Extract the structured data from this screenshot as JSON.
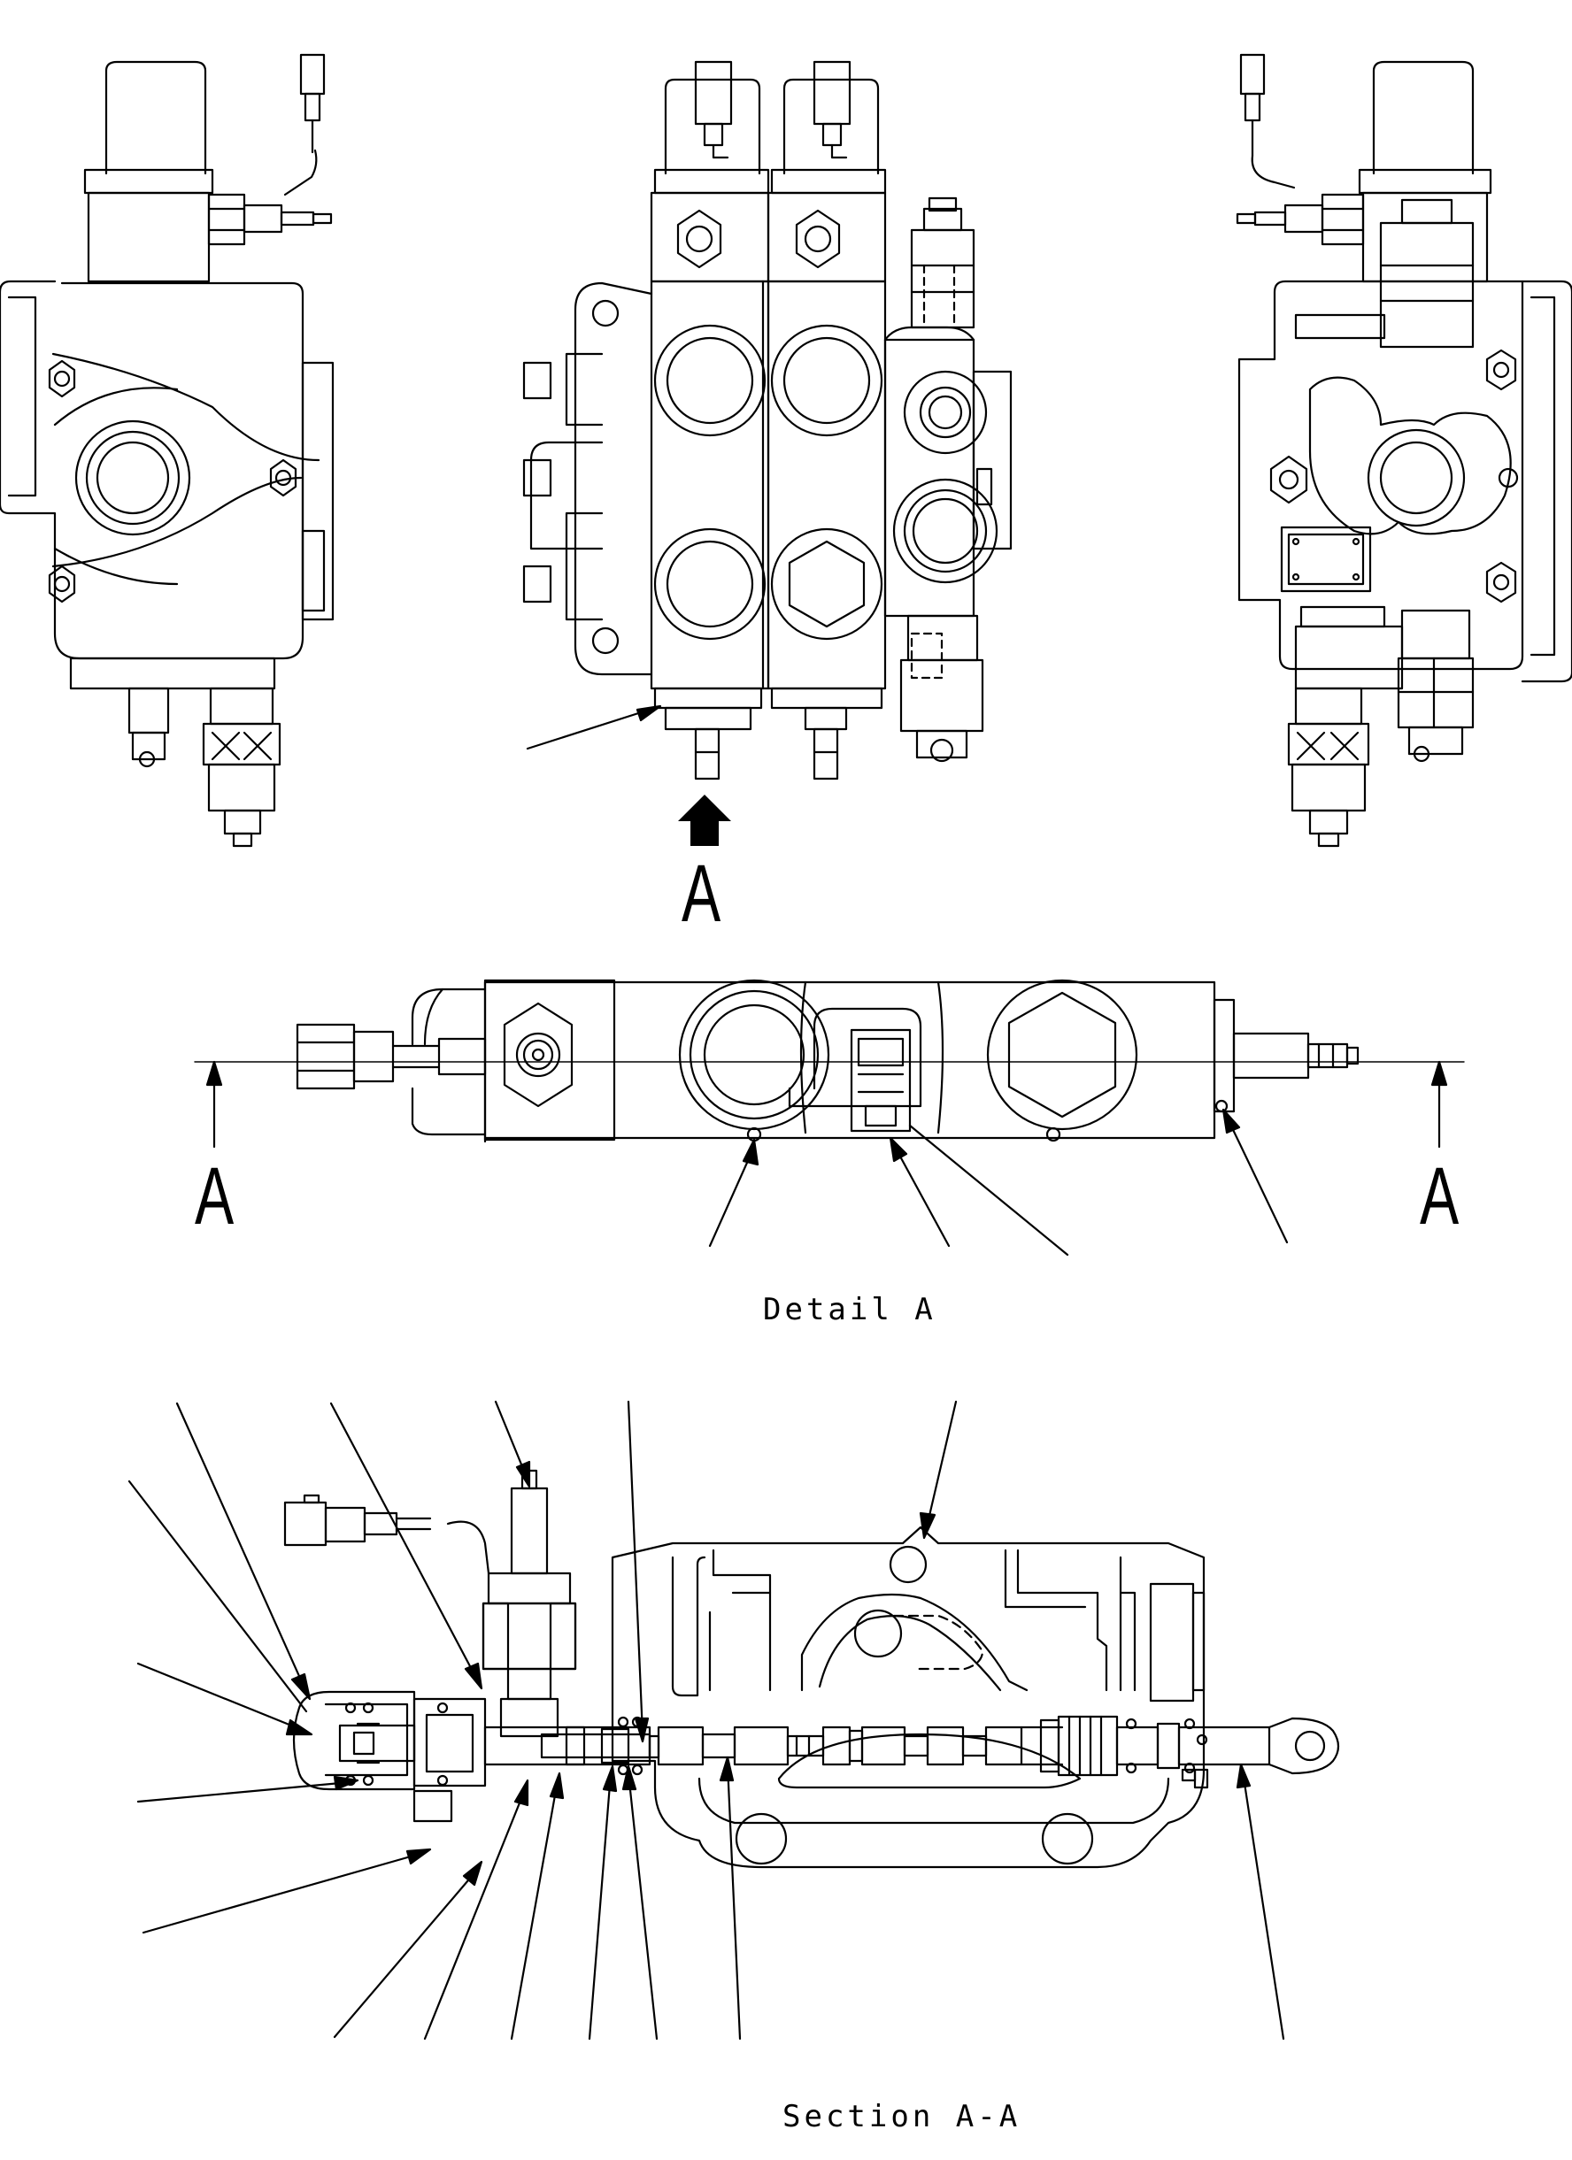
{
  "labels": {
    "view_arrow_letter": "A",
    "section_mark_left": "A",
    "section_mark_right": "A",
    "detail_caption": "Detail A",
    "section_caption": "Section A-A"
  },
  "colors": {
    "line": "#000000",
    "background": "#ffffff"
  }
}
